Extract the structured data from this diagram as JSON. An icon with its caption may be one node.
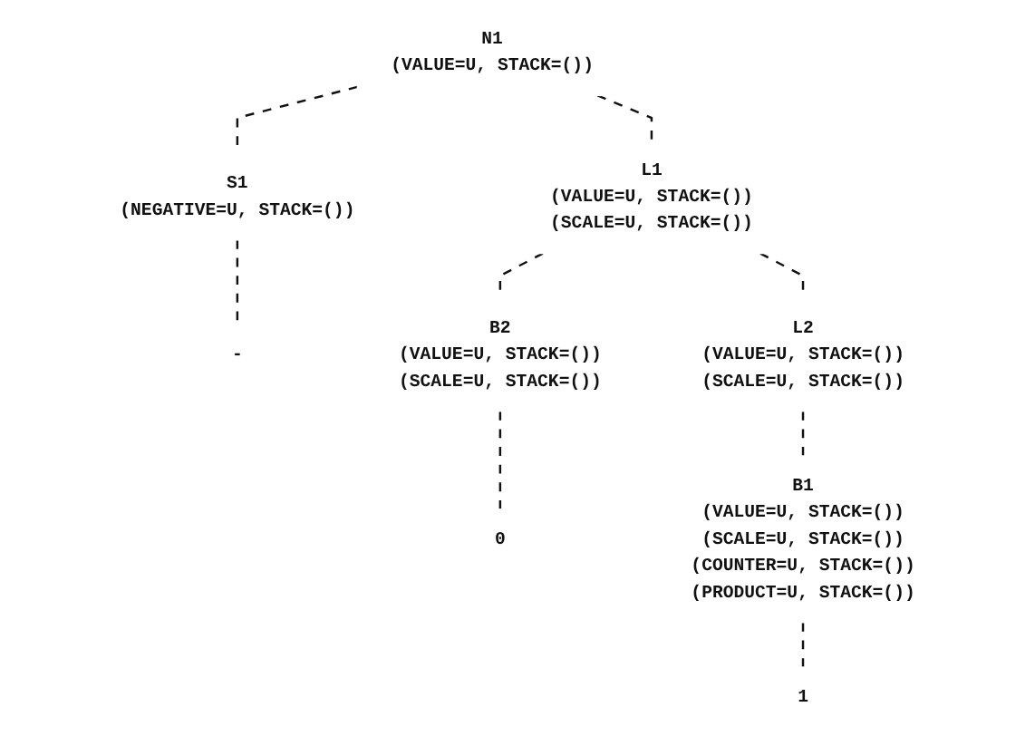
{
  "diagram": {
    "nodes": [
      {
        "text": [
          "N1",
          "(VALUE=U, STACK=())"
        ]
      },
      {
        "text": [
          "S1",
          "(NEGATIVE=U, STACK=())"
        ]
      },
      {
        "text": [
          "L1",
          "(VALUE=U, STACK=())",
          "(SCALE=U, STACK=())"
        ]
      },
      {
        "text": [
          "-"
        ]
      },
      {
        "text": [
          "L2",
          "(VALUE=U, STACK=())",
          "(SCALE=U, STACK=())"
        ]
      },
      {
        "text": [
          "B2",
          "(VALUE=U, STACK=())",
          "(SCALE=U, STACK=())"
        ]
      },
      {
        "text": [
          "0"
        ]
      },
      {
        "text": [
          "B1",
          "(VALUE=U, STACK=())",
          "(SCALE=U, STACK=())",
          "(COUNTER=U, STACK=())",
          "(PRODUCT=U, STACK=())"
        ]
      },
      {
        "text": [
          "1"
        ]
      }
    ],
    "edges": [
      {
        "from": 0,
        "to": 1,
        "arrow": "none",
        "style": "dashed"
      },
      {
        "from": 0,
        "to": 2,
        "arrow": "none",
        "style": "dashed"
      },
      {
        "from": 1,
        "to": 3,
        "arrow": "none",
        "style": "dashed"
      },
      {
        "from": 2,
        "to": 4,
        "arrow": "none",
        "style": "dashed"
      },
      {
        "from": 2,
        "to": 5,
        "arrow": "none",
        "style": "dashed"
      },
      {
        "from": 4,
        "to": 7,
        "arrow": "none",
        "style": "dashed"
      },
      {
        "from": 5,
        "to": 6,
        "arrow": "none",
        "style": "dashed"
      },
      {
        "from": 7,
        "to": 8,
        "arrow": "none",
        "style": "dashed"
      }
    ]
  }
}
